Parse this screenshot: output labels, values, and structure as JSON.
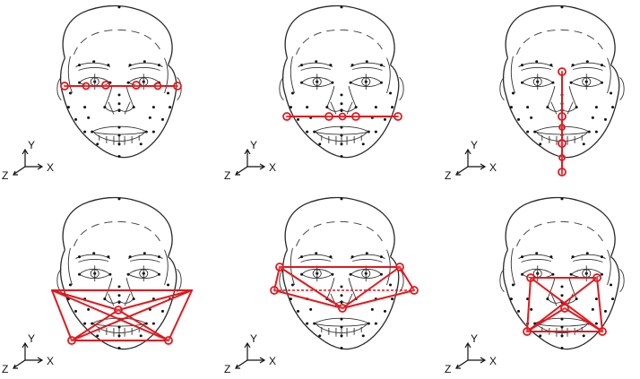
{
  "axis_labels": {
    "y": "Y",
    "x": "X",
    "z": "Z"
  },
  "colors": {
    "highlight": "#e0191f",
    "face_line": "#2a2a2a",
    "background": "#ffffff"
  },
  "panels": [
    {
      "id": "eye-line",
      "description_name": "horizontal eye landmark chain"
    },
    {
      "id": "nose-line",
      "description_name": "horizontal nose landmark chain"
    },
    {
      "id": "midline",
      "description_name": "vertical facial midline chain"
    },
    {
      "id": "lower-face-triangles",
      "description_name": "cheek-nose-mouth triangulation"
    },
    {
      "id": "eye-nose-triangles",
      "description_name": "eye-nose triangulation"
    },
    {
      "id": "mouth-nose-cross",
      "description_name": "eye-corner to mouth cross"
    }
  ]
}
